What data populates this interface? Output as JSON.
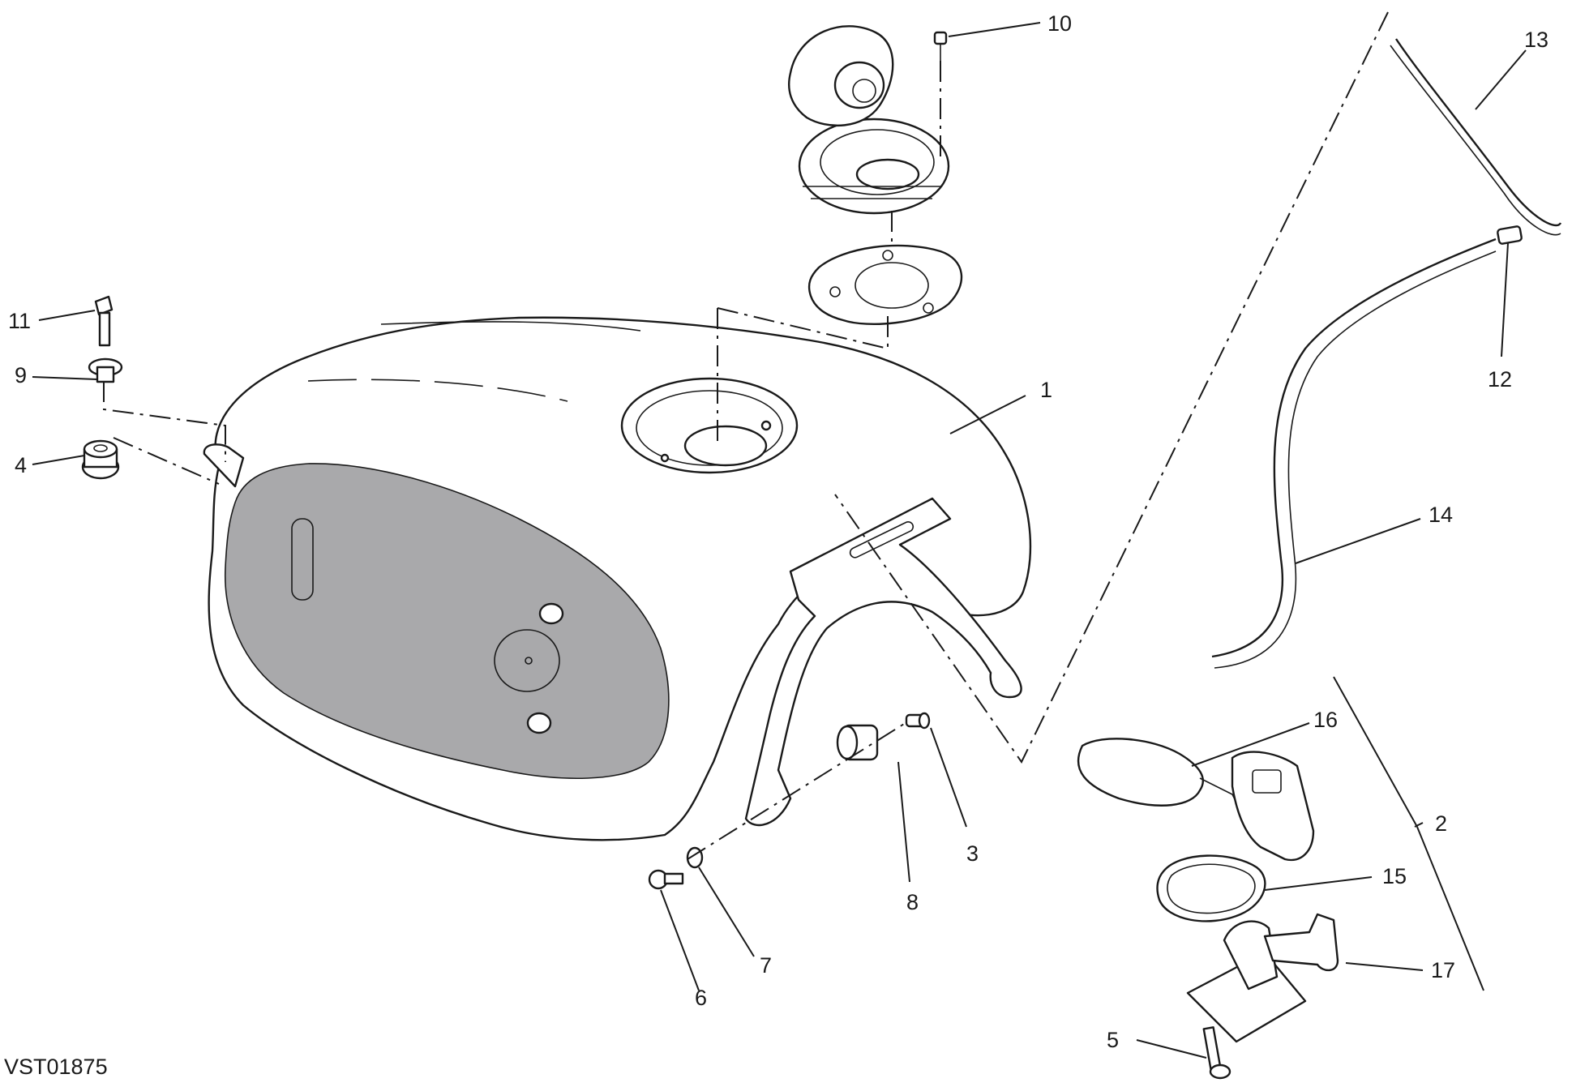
{
  "diagram": {
    "drawing_code": "VST01875",
    "callouts": [
      {
        "id": "c1",
        "label": "1"
      },
      {
        "id": "c2",
        "label": "2"
      },
      {
        "id": "c3",
        "label": "3"
      },
      {
        "id": "c4",
        "label": "4"
      },
      {
        "id": "c5",
        "label": "5"
      },
      {
        "id": "c6",
        "label": "6"
      },
      {
        "id": "c7",
        "label": "7"
      },
      {
        "id": "c8",
        "label": "8"
      },
      {
        "id": "c9",
        "label": "9"
      },
      {
        "id": "c10",
        "label": "10"
      },
      {
        "id": "c11",
        "label": "11"
      },
      {
        "id": "c12",
        "label": "12"
      },
      {
        "id": "c13",
        "label": "13"
      },
      {
        "id": "c14",
        "label": "14"
      },
      {
        "id": "c15",
        "label": "15"
      },
      {
        "id": "c16",
        "label": "16"
      },
      {
        "id": "c17",
        "label": "17"
      }
    ],
    "colors": {
      "line": "#1a1a1a",
      "panel": "#a9a9ab",
      "background": "#ffffff"
    }
  }
}
